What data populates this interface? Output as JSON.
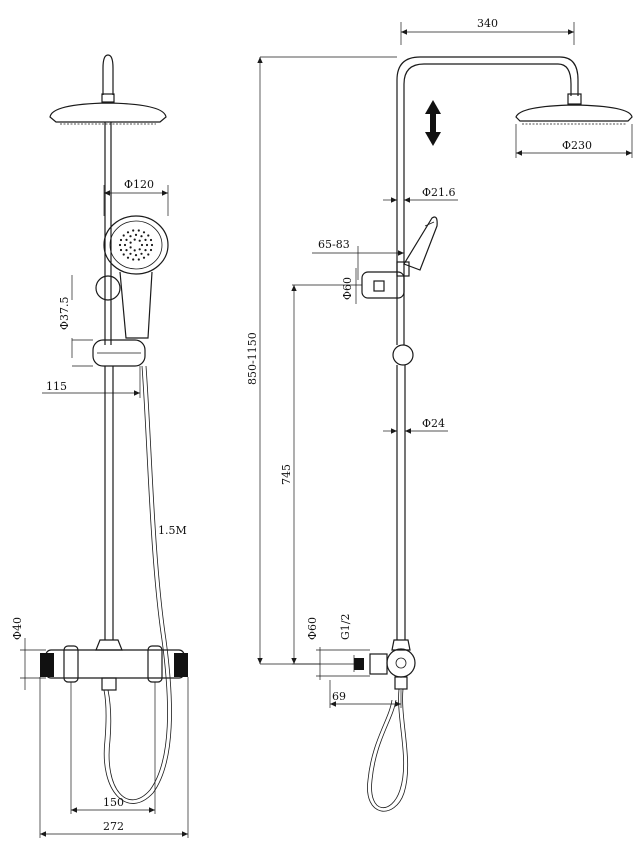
{
  "front_view": {
    "dim_head_dia": "Φ120",
    "dim_bracket_dia": "Φ37.5",
    "dim_bracket_offset": "115",
    "dim_hose": "1.5M",
    "dim_valve_dia": "Φ40",
    "dim_centers": "150",
    "dim_width": "272"
  },
  "side_view": {
    "dim_arm": "340",
    "dim_head_dia": "Φ230",
    "dim_upper_tube": "Φ21.6",
    "dim_holder_offset": "65-83",
    "dim_holder_dia": "Φ60",
    "dim_height": "850-1150",
    "dim_lower_tube": "Φ24",
    "dim_valve_to_holder": "745",
    "dim_inlet_dia": "Φ60",
    "dim_thread": "G1/2",
    "dim_inlet_offset": "69"
  },
  "colors": {
    "line": "#1a1a1a",
    "background": "#ffffff",
    "accent_black": "#111111"
  }
}
